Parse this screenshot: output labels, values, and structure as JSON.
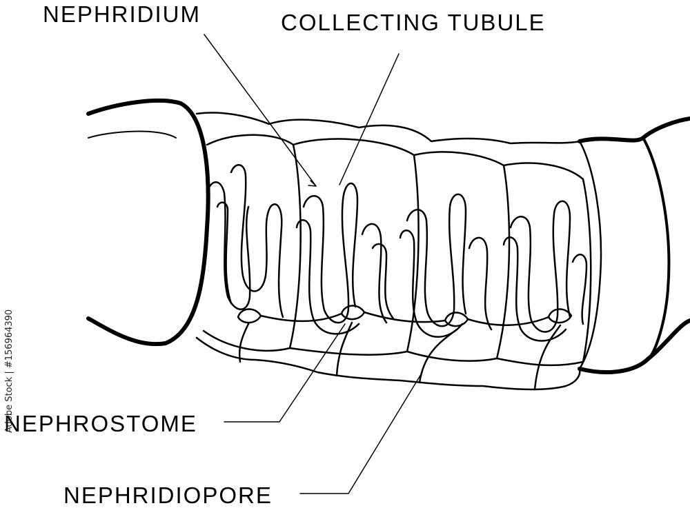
{
  "labels": {
    "nephridium": "NEPHRIDIUM",
    "collecting_tubule": "COLLECTING TUBULE",
    "nephrostome": "NEPHROSTOME",
    "nephridiopore": "NEPHRIDIOPORE"
  },
  "watermark": {
    "stock_id": "Adobe Stock | #156964390"
  },
  "colors": {
    "line": "#000000",
    "background": "#ffffff"
  }
}
